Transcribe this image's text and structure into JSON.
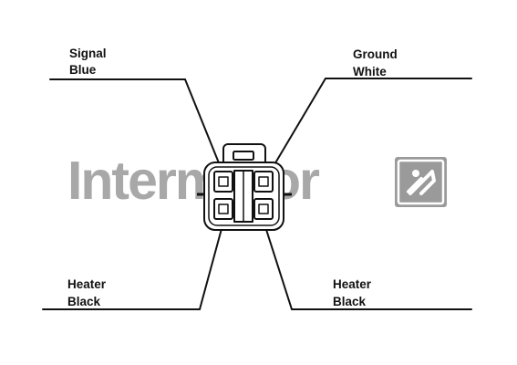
{
  "watermark": {
    "brand": "Intermotor",
    "color": "#a8a8a8"
  },
  "pins": {
    "top_left": {
      "line1": "Signal",
      "line2": "Blue"
    },
    "top_right": {
      "line1": "Ground",
      "line2": "White"
    },
    "bottom_left": {
      "line1": "Heater",
      "line2": "Black"
    },
    "bottom_right": {
      "line1": "Heater",
      "line2": "Black"
    }
  },
  "colors": {
    "line": "#111111",
    "background": "#ffffff"
  },
  "icons": {
    "connector": "connector-plug-icon",
    "logo": "intermotor-logo-icon"
  }
}
